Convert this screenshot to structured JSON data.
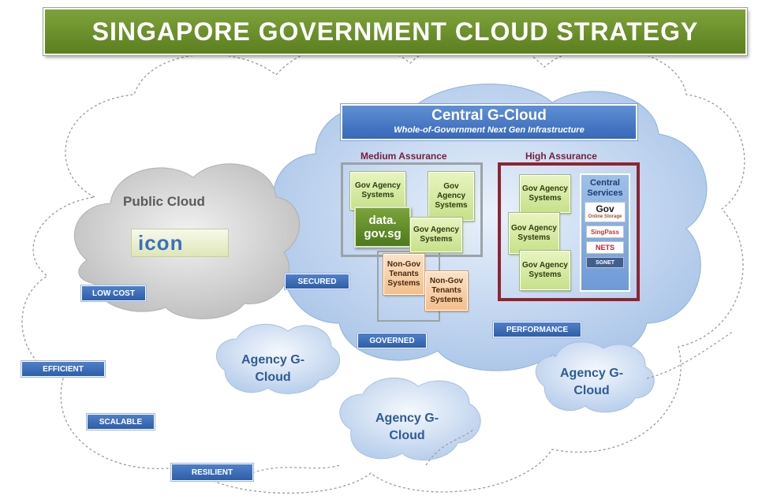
{
  "title": "SINGAPORE GOVERNMENT CLOUD STRATEGY",
  "central": {
    "title": "Central G-Cloud",
    "subtitle": "Whole-of-Government Next Gen Infrastructure",
    "medium_label": "Medium Assurance",
    "high_label": "High Assurance"
  },
  "medium": {
    "gov1": "Gov Agency Systems",
    "gov2": "Gov Agency Systems",
    "gov3": "Gov Agency Systems",
    "datagov": "data. gov.sg",
    "nongov1": "Non-Gov Tenants Systems",
    "nongov2": "Non-Gov Tenants Systems"
  },
  "high": {
    "gov1": "Gov Agency Systems",
    "gov2": "Gov Agency Systems",
    "gov3": "Gov Agency Systems",
    "central_services": "Central Services",
    "logo_gov": "Gov",
    "logo_gov_sub": "Online Storage",
    "logo_singpass": "SingPass",
    "logo_nets": "NETS",
    "logo_last": "SGNET"
  },
  "public_cloud": {
    "label": "Public Cloud",
    "logo_text": "icon"
  },
  "agency_clouds": [
    {
      "label": "Agency G-Cloud"
    },
    {
      "label": "Agency G-Cloud"
    },
    {
      "label": "Agency G-Cloud"
    }
  ],
  "tags": {
    "low_cost": "LOW COST",
    "secured": "SECURED",
    "governed": "GOVERNED",
    "performance": "PERFORMANCE",
    "efficient": "EFFICIENT",
    "scalable": "SCALABLE",
    "resilient": "RESILIENT"
  },
  "colors": {
    "banner": "#6b8e2a",
    "central_blue": "#3868b8",
    "tag_blue": "#2e5ea8",
    "assurance_text": "#7a1d3a",
    "high_frame": "#8e2430",
    "gov_green": "#c6e18a",
    "nongov_orange": "#f3bf8d"
  }
}
